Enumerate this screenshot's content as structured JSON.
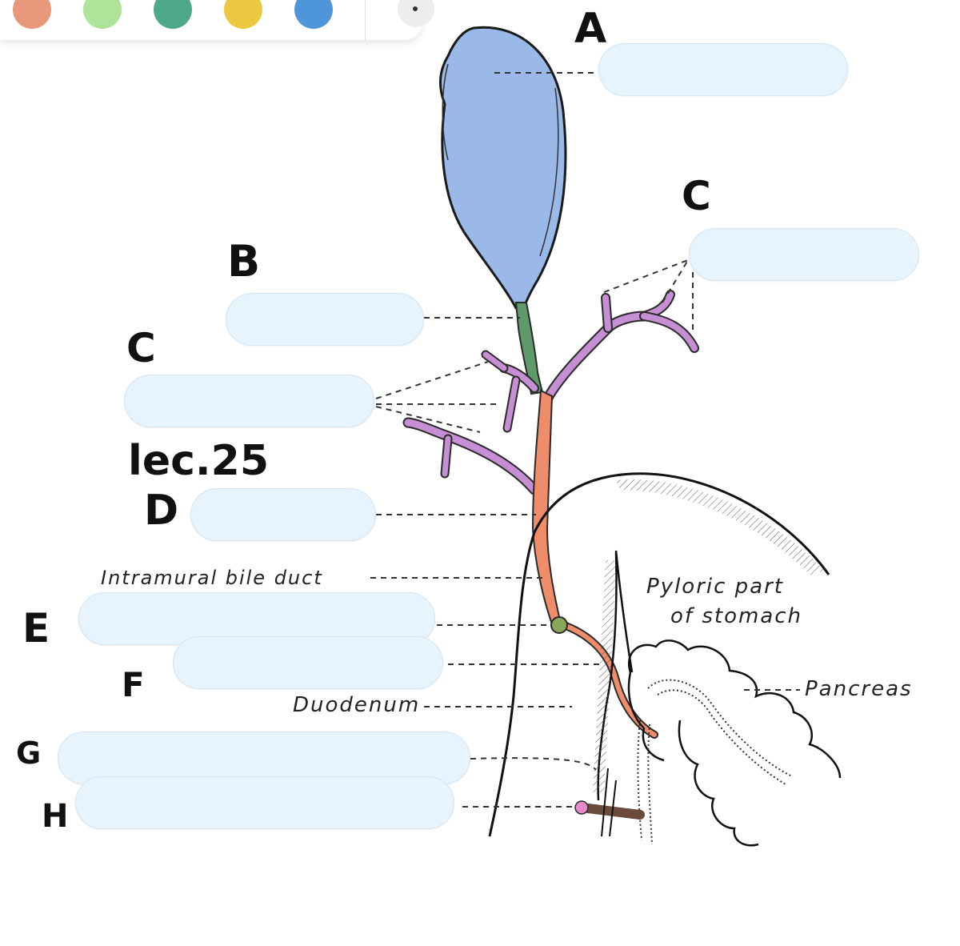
{
  "palette": {
    "swatches": [
      {
        "name": "salmon",
        "color": "#e9987c"
      },
      {
        "name": "light-green",
        "color": "#aee49a"
      },
      {
        "name": "teal",
        "color": "#4da98a"
      },
      {
        "name": "yellow",
        "color": "#ecc840"
      },
      {
        "name": "blue",
        "color": "#4e95d9"
      }
    ],
    "more_icon": "more-icon"
  },
  "labels": {
    "A": "A",
    "B": "B",
    "C1": "C",
    "C2": "C",
    "note": "lec.25",
    "D": "D",
    "E": "E",
    "F": "F",
    "G": "G",
    "H": "H"
  },
  "diagram": {
    "intramural": "Intramural bile duct",
    "pyloric_line1": "Pyloric part",
    "pyloric_line2": "of stomach",
    "pancreas": "Pancreas",
    "duodenum": "Duodenum"
  },
  "colors": {
    "gallbladder": "#9ab8e8",
    "cystic": "#5e9a6a",
    "hepatic": "#c78fd3",
    "common_bile": "#ef8c6a",
    "pill_bg": "#e7f3fd"
  }
}
